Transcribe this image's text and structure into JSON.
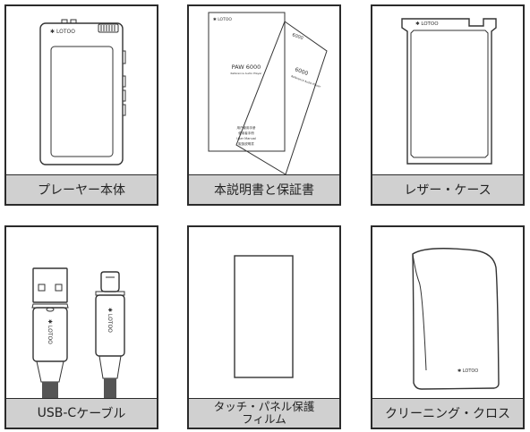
{
  "items": [
    {
      "caption": "プレーヤー本体"
    },
    {
      "caption": "本説明書と保証書"
    },
    {
      "caption": "レザー・ケース"
    },
    {
      "caption_part1": "USB-C",
      "caption_part2": " ケーブル"
    },
    {
      "caption_line1": "タッチ・パネル保護",
      "caption_line2": "フィルム"
    },
    {
      "caption": "クリーニング・クロス"
    }
  ],
  "brand": "LOTOO",
  "manual": {
    "model": "PAW 6000",
    "subtitle": "Reference Audio Player",
    "back_model": "6000",
    "lines": [
      "用户使用手册",
      "使用者手冊",
      "User Manual",
      "取扱説明書"
    ]
  }
}
